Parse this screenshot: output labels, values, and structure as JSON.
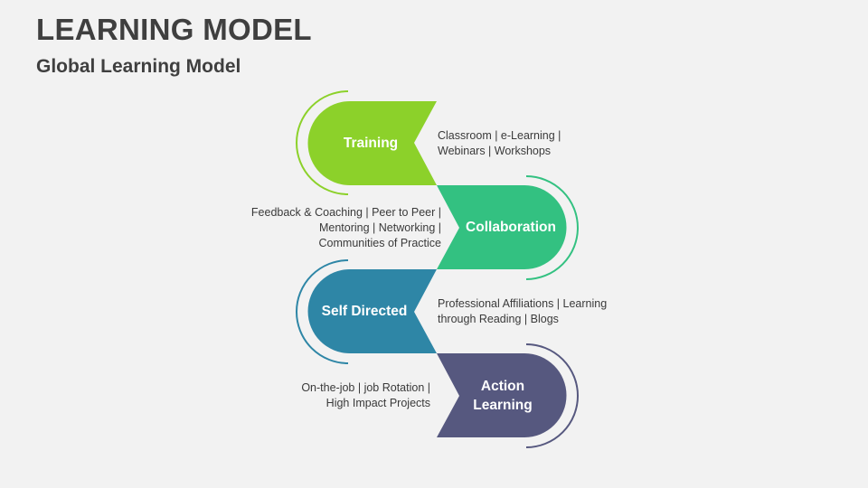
{
  "header": {
    "title": "LEARNING MODEL",
    "subtitle": "Global Learning Model"
  },
  "steps": [
    {
      "label": "Training",
      "color": "#8cd12a",
      "description": [
        "Classroom | e-Learning |",
        "Webinars | Workshops"
      ]
    },
    {
      "label": "Collaboration",
      "color": "#33c181",
      "description": [
        "Feedback & Coaching | Peer to Peer |",
        "Mentoring | Networking |",
        "Communities of Practice"
      ]
    },
    {
      "label": "Self Directed",
      "color": "#2e86a6",
      "description": [
        "Professional Affiliations | Learning",
        "through Reading | Blogs"
      ]
    },
    {
      "label": "Action Learning",
      "color": "#56587f",
      "description": [
        "On-the-job | job Rotation |",
        "High Impact Projects"
      ]
    }
  ]
}
